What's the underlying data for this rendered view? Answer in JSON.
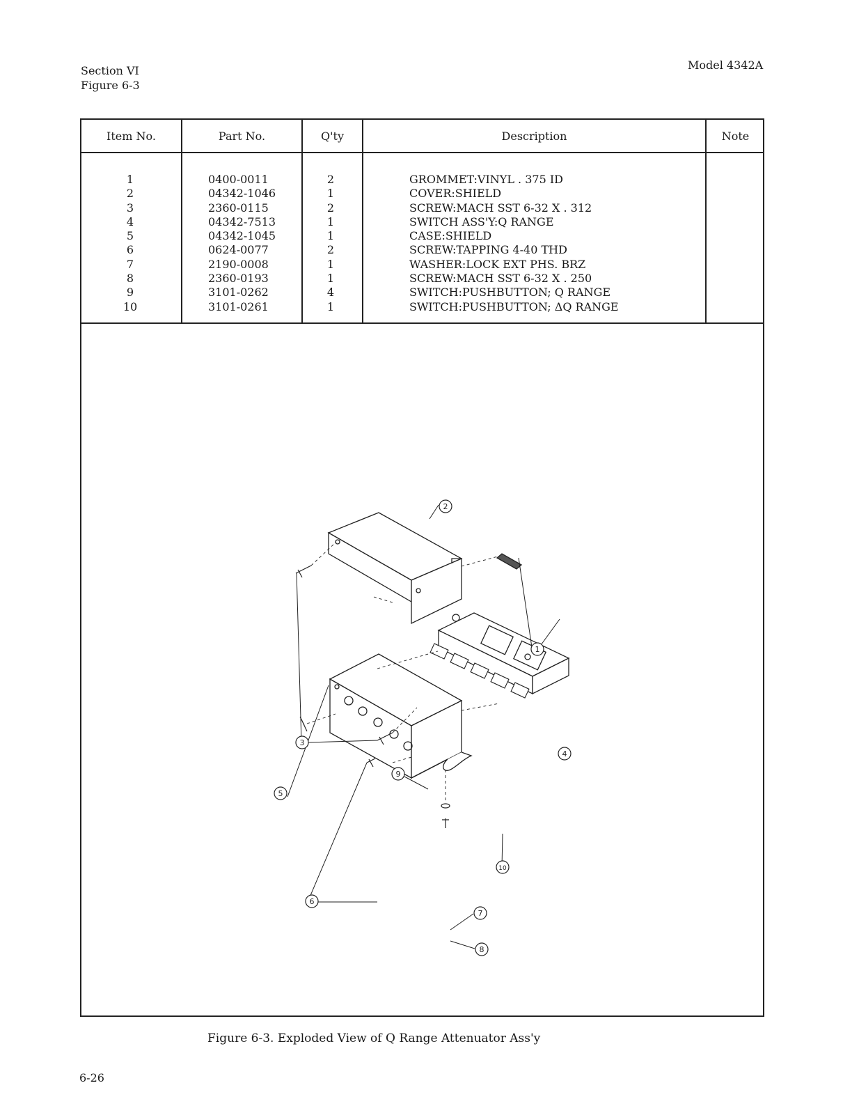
{
  "header": {
    "section": "Section VI",
    "figure_ref": "Figure 6-3",
    "model": "Model 4342A"
  },
  "table": {
    "columns": [
      "Item No.",
      "Part No.",
      "Q'ty",
      "Description",
      "Note"
    ],
    "rows": [
      {
        "item": "1",
        "part": "0400-0011",
        "qty": "2",
        "description": "GROMMET:VINYL . 375 ID"
      },
      {
        "item": "2",
        "part": "04342-1046",
        "qty": "1",
        "description": "COVER:SHIELD"
      },
      {
        "item": "3",
        "part": "2360-0115",
        "qty": "2",
        "description": "SCREW:MACH SST 6-32 X . 312"
      },
      {
        "item": "4",
        "part": "04342-7513",
        "qty": "1",
        "description": "SWITCH ASS'Y:Q RANGE"
      },
      {
        "item": "5",
        "part": "04342-1045",
        "qty": "1",
        "description": "CASE:SHIELD"
      },
      {
        "item": "6",
        "part": "0624-0077",
        "qty": "2",
        "description": "SCREW:TAPPING 4-40 THD"
      },
      {
        "item": "7",
        "part": "2190-0008",
        "qty": "1",
        "description": "WASHER:LOCK EXT PHS. BRZ"
      },
      {
        "item": "8",
        "part": "2360-0193",
        "qty": "1",
        "description": "SCREW:MACH SST 6-32 X . 250"
      },
      {
        "item": "9",
        "part": "3101-0262",
        "qty": "4",
        "description": "SWITCH:PUSHBUTTON; Q RANGE"
      },
      {
        "item": "10",
        "part": "3101-0261",
        "qty": "1",
        "description": "SWITCH:PUSHBUTTON; ΔQ RANGE"
      }
    ]
  },
  "figure": {
    "callouts": [
      "1",
      "2",
      "3",
      "4",
      "5",
      "6",
      "7",
      "8",
      "9",
      "10"
    ],
    "caption": "Figure 6-3.  Exploded View of Q Range Attenuator Ass'y"
  },
  "footer": {
    "page_number": "6-26"
  }
}
